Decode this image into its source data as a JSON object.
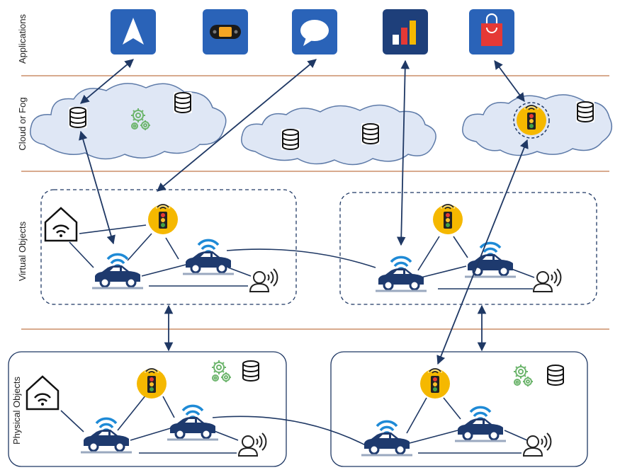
{
  "layers": {
    "applications": "Applications",
    "cloud": "Cloud or Fog",
    "virtual": "Virtual Objects",
    "physical": "Physical Objects"
  },
  "apps": [
    {
      "icon": "navigation-arrow-icon"
    },
    {
      "icon": "game-console-icon"
    },
    {
      "icon": "chat-bubble-icon"
    },
    {
      "icon": "bar-chart-icon"
    },
    {
      "icon": "shopping-bag-icon"
    }
  ],
  "colors": {
    "divider": "#c0784a",
    "arrow": "#1f3864",
    "app_tile": "#2a63b8",
    "cloud_fill": "#dfe7f5",
    "cloud_stroke": "#5d7aa8",
    "car": "#1e3a6e",
    "wifi": "#1e8ad6",
    "traffic_light_bg": "#f5b800",
    "gear": "#6db56d"
  }
}
